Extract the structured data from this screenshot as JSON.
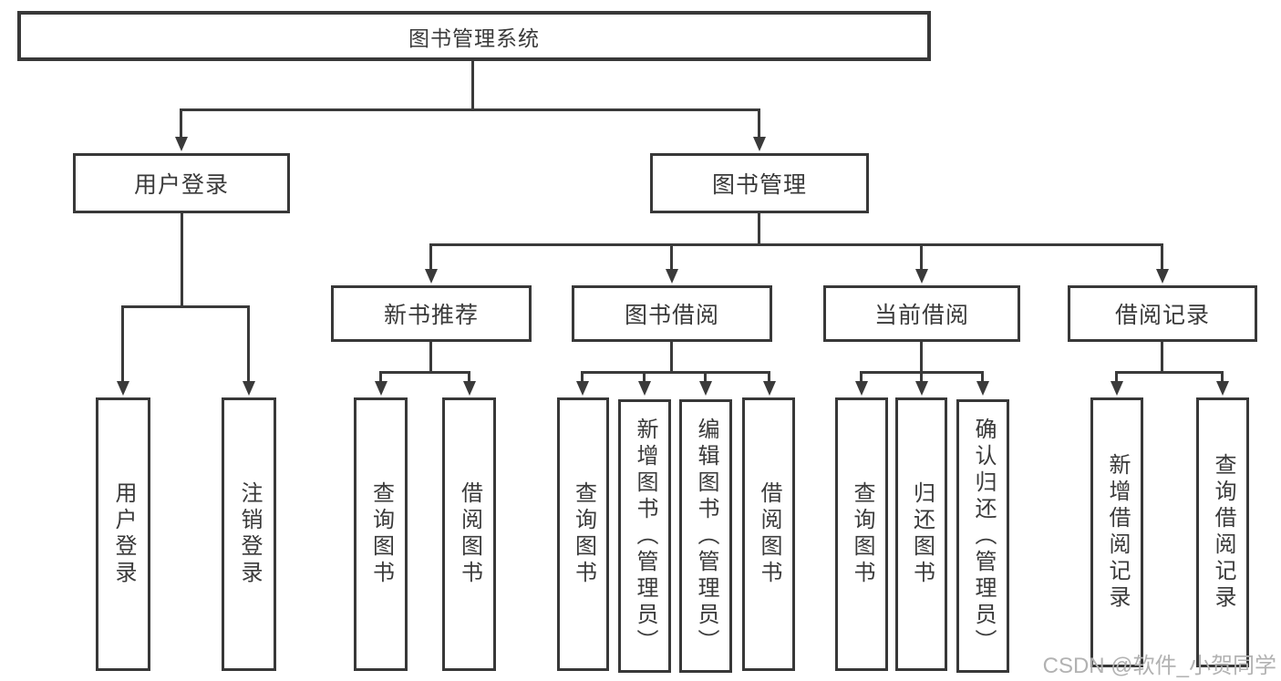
{
  "diagram_title": "图书管理系统",
  "colors": {
    "line": "#3a3a3a",
    "box_border": "#383838",
    "text": "#3a3a3a",
    "watermark": "#b2b2b2",
    "background": "#ffffff"
  },
  "tree": {
    "root": "图书管理系统",
    "children": [
      {
        "label": "用户登录",
        "children": [
          "用户登录",
          "注销登录"
        ]
      },
      {
        "label": "图书管理",
        "children": [
          {
            "label": "新书推荐",
            "children": [
              "查询图书",
              "借阅图书"
            ]
          },
          {
            "label": "图书借阅",
            "children": [
              "查询图书",
              "新增图书（管理员）",
              "编辑图书（管理员）",
              "借阅图书"
            ]
          },
          {
            "label": "当前借阅",
            "children": [
              "查询图书",
              "归还图书",
              "确认归还（管理员）"
            ]
          },
          {
            "label": "借阅记录",
            "children": [
              "新增借阅记录",
              "查询借阅记录"
            ]
          }
        ]
      }
    ]
  },
  "watermark": "CSDN @软件_小贺同学"
}
